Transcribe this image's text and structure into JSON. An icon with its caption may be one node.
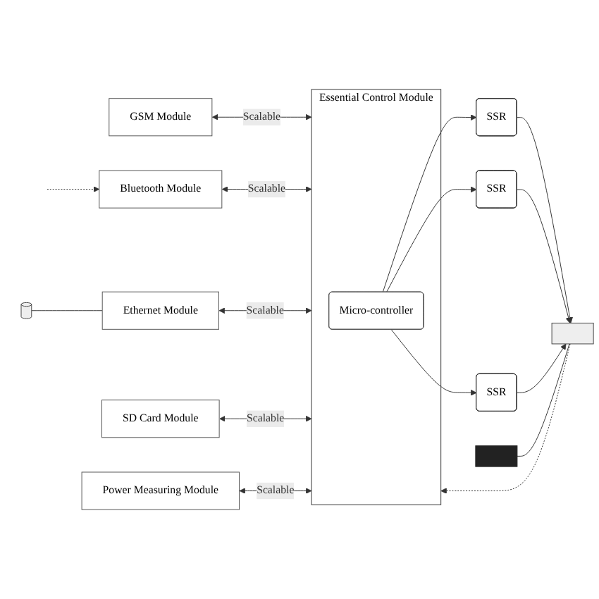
{
  "diagram": {
    "nodes": [
      {
        "text": [
          "GSM Module"
        ]
      },
      {
        "text": [
          "Bluetooth Module"
        ]
      },
      {
        "text": [
          "Ethernet Module"
        ]
      },
      {
        "text": [
          "Essential Control Module"
        ]
      },
      {
        "text": [
          "Micro-controller"
        ],
        "in": 3
      },
      {
        "text": [
          "SD Card Module"
        ]
      },
      {
        "text": [
          "Power Measuring Module"
        ]
      },
      {
        "text": [
          "SSR"
        ]
      },
      {
        "text": [
          "SSR"
        ]
      },
      {
        "text": [
          "SSR"
        ]
      },
      {
        "text": [],
        "shape": "box"
      },
      {
        "text": [],
        "shape": "box"
      },
      {
        "text": [],
        "shape": "cylinder"
      }
    ],
    "edges": [
      {
        "from": 0,
        "to": 3,
        "arrow": "both",
        "label": "Scalable"
      },
      {
        "from": 1,
        "to": 3,
        "arrow": "both",
        "label": "Scalable"
      },
      {
        "from": 2,
        "to": 3,
        "arrow": "both",
        "label": "Scalable"
      },
      {
        "from": 5,
        "to": 3,
        "arrow": "both",
        "label": "Scalable"
      },
      {
        "from": 6,
        "to": 3,
        "arrow": "both",
        "label": "Scalable"
      },
      {
        "from": 4,
        "to": 7,
        "arrow": "to"
      },
      {
        "from": 4,
        "to": 8,
        "arrow": "to"
      },
      {
        "from": 4,
        "to": 9,
        "arrow": "to"
      },
      {
        "from": 7,
        "to": 10,
        "arrow": "to"
      },
      {
        "from": 8,
        "to": 10,
        "arrow": "to"
      },
      {
        "from": 9,
        "to": 10,
        "arrow": "to"
      },
      {
        "from": 10,
        "to": 3,
        "arrow": "to",
        "style": "dashed"
      },
      {
        "from": 11,
        "to": 10,
        "arrow": "none"
      },
      {
        "from": 12,
        "to": 2,
        "arrow": "none"
      },
      {
        "from": null,
        "to": 1,
        "arrow": "to",
        "style": "dashed"
      }
    ]
  }
}
